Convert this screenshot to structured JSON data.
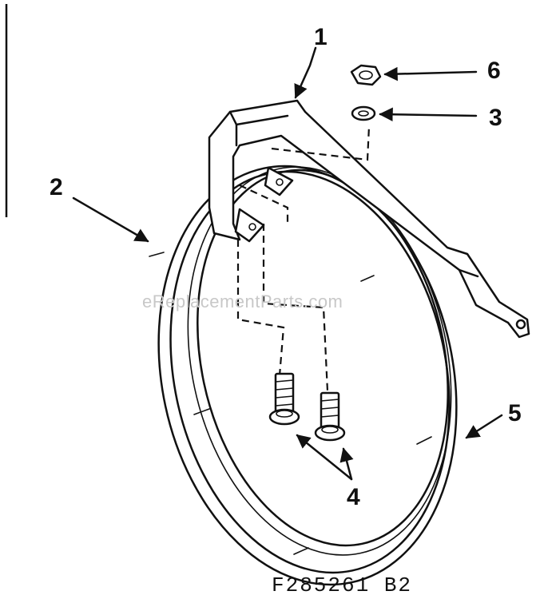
{
  "callouts": {
    "c1": "1",
    "c2": "2",
    "c3": "3",
    "c4": "4",
    "c5": "5",
    "c6": "6"
  },
  "part_number": "F285261 B2",
  "watermark": "eReplacementParts.com",
  "colors": {
    "ink": "#111111",
    "paper": "#ffffff",
    "watermark": "#c8c8c8"
  }
}
